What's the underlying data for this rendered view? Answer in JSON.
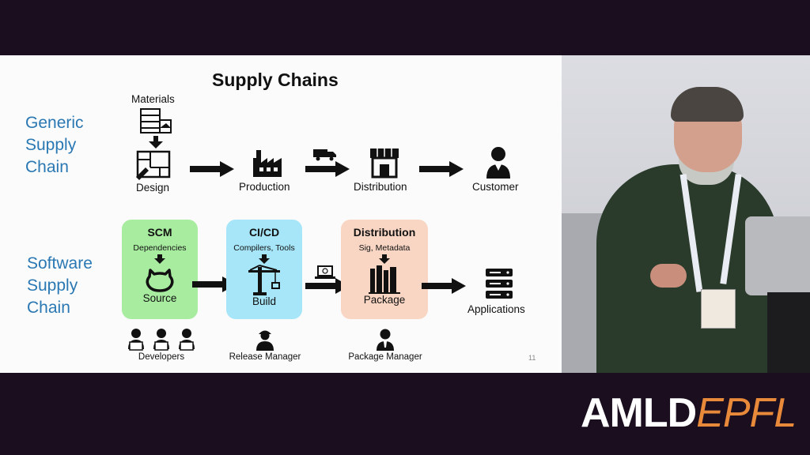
{
  "slide": {
    "title": "Supply Chains",
    "page_number": "11",
    "generic": {
      "label_lines": [
        "Generic",
        "Supply",
        "Chain"
      ],
      "materials": "Materials",
      "steps": [
        "Design",
        "Production",
        "Distribution",
        "Customer"
      ]
    },
    "software": {
      "label_lines": [
        "Software",
        "Supply",
        "Chain"
      ],
      "boxes": [
        {
          "title": "SCM",
          "subtitle": "Dependencies",
          "label": "Source",
          "color": "#a8eca0"
        },
        {
          "title": "CI/CD",
          "subtitle": "Compilers, Tools",
          "label": "Build",
          "color": "#a6e6f8"
        },
        {
          "title": "Distribution",
          "subtitle": "Sig, Metadata",
          "label": "Package",
          "color": "#f9d6c4"
        }
      ],
      "applications": "Applications",
      "roles": [
        "Developers",
        "Release Manager",
        "Package Manager"
      ]
    },
    "accent_color": "#2a78b3",
    "icons": [
      "warehouse-icon",
      "blueprint-icon",
      "factory-icon",
      "truck-icon",
      "store-icon",
      "customer-icon",
      "github-icon",
      "crane-icon",
      "books-icon",
      "laptop-icon",
      "server-icon",
      "developer-icon"
    ]
  },
  "overlay": {
    "logo_left": "AMLD",
    "logo_right": "EPFL",
    "logo_right_color": "#e98a3a"
  }
}
